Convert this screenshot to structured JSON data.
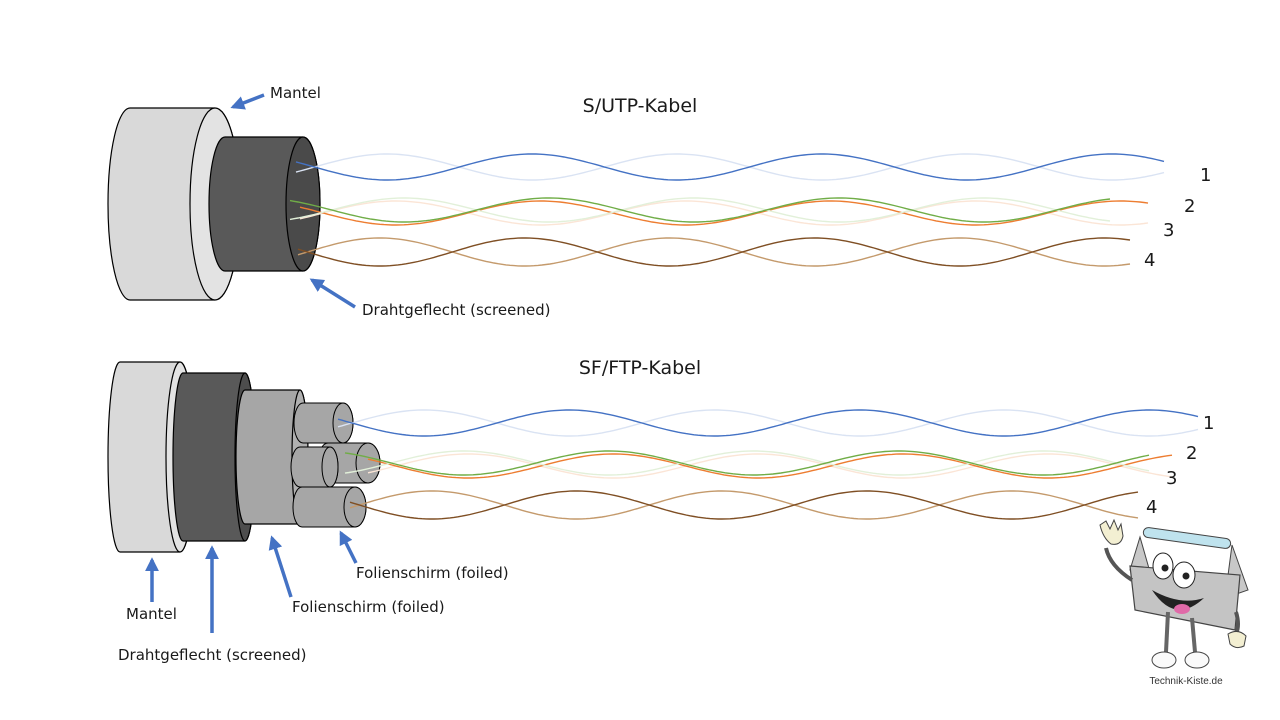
{
  "diagram": {
    "cable_1": {
      "title": "S/UTP-Kabel",
      "labels": {
        "jacket": "Mantel",
        "braid": "Drahtgeflecht (screened)"
      },
      "pair_numbers": [
        "1",
        "2",
        "3",
        "4"
      ]
    },
    "cable_2": {
      "title": "SF/FTP-Kabel",
      "labels": {
        "jacket": "Mantel",
        "braid": "Drahtgeflecht (screened)",
        "overall_foil": "Folienschirm (foiled)",
        "pair_foil": "Folienschirm (foiled)"
      },
      "pair_numbers": [
        "1",
        "2",
        "3",
        "4"
      ]
    },
    "pairs": [
      {
        "number": "1",
        "color": "#4472c4",
        "stripe": "#dae3f3"
      },
      {
        "number": "2",
        "color": "#ed7d31",
        "stripe": "#fbe5d6"
      },
      {
        "number": "3",
        "color": "#70ad47",
        "stripe": "#e2f0d9"
      },
      {
        "number": "4",
        "color": "#7f4f24",
        "stripe": "#c49a6c"
      }
    ],
    "colors": {
      "arrow": "#4472c4",
      "jacket": "#d9d9d9",
      "braid": "#595959",
      "foil": "#a6a6a6"
    },
    "mascot": {
      "caption": "Technik-Kiste.de"
    }
  }
}
